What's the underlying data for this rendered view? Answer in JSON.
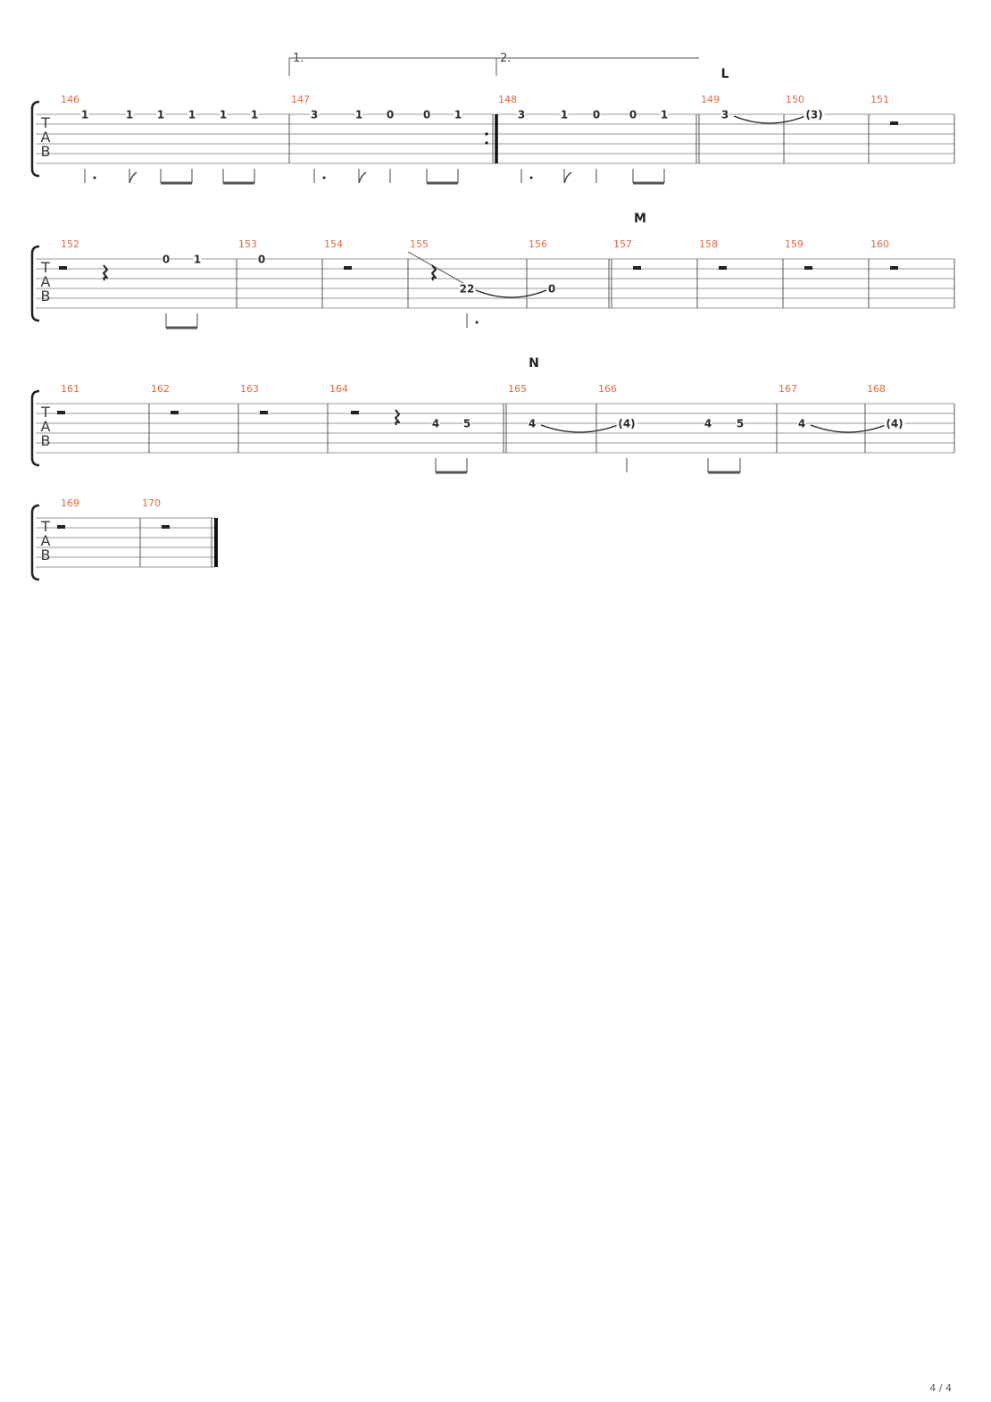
{
  "page": {
    "number": "4 / 4"
  },
  "tab_letters": [
    "T",
    "A",
    "B"
  ],
  "sections": [
    {
      "label": "L",
      "at_measure": 149
    },
    {
      "label": "M",
      "at_measure": 157
    },
    {
      "label": "N",
      "at_measure": 165
    }
  ],
  "voltas": [
    {
      "label": "1.",
      "measure": 147
    },
    {
      "label": "2.",
      "measure": 148
    }
  ],
  "systems": [
    {
      "measures": [
        {
          "number": "146",
          "notes": [
            {
              "string": 1,
              "fret": "1",
              "stem": "down",
              "dotted": true
            },
            {
              "string": 1,
              "fret": "1",
              "stem": "down",
              "flag": true
            },
            {
              "string": 1,
              "fret": "1",
              "stem": "down",
              "beam_group": 1
            },
            {
              "string": 1,
              "fret": "1",
              "stem": "down",
              "beam_group": 1
            },
            {
              "string": 1,
              "fret": "1",
              "stem": "down",
              "beam_group": 2
            },
            {
              "string": 1,
              "fret": "1",
              "stem": "down",
              "beam_group": 2
            }
          ]
        },
        {
          "number": "147",
          "notes": [
            {
              "string": 1,
              "fret": "3",
              "stem": "down",
              "dotted": true
            },
            {
              "string": 1,
              "fret": "1",
              "stem": "down",
              "flag": true
            },
            {
              "string": 1,
              "fret": "0",
              "stem": "down"
            },
            {
              "string": 1,
              "fret": "0",
              "stem": "down",
              "beam_group": 1
            },
            {
              "string": 1,
              "fret": "1",
              "stem": "down",
              "beam_group": 1
            }
          ],
          "end_bar": "repeat-end"
        },
        {
          "number": "148",
          "notes": [
            {
              "string": 1,
              "fret": "3",
              "stem": "down",
              "dotted": true
            },
            {
              "string": 1,
              "fret": "1",
              "stem": "down",
              "flag": true
            },
            {
              "string": 1,
              "fret": "0",
              "stem": "down"
            },
            {
              "string": 1,
              "fret": "0",
              "stem": "down",
              "beam_group": 1
            },
            {
              "string": 1,
              "fret": "1",
              "stem": "down",
              "beam_group": 1
            }
          ],
          "end_bar": "double"
        },
        {
          "number": "149",
          "notes": [
            {
              "string": 1,
              "fret": "3",
              "tie_to_next": true
            }
          ]
        },
        {
          "number": "150",
          "notes": [
            {
              "string": 1,
              "fret": "(3)"
            }
          ]
        },
        {
          "number": "151",
          "notes": [],
          "rest": "half"
        }
      ]
    },
    {
      "measures": [
        {
          "number": "152",
          "rest": "half",
          "notes": [
            {
              "string": 1,
              "fret": "0",
              "stem": "down",
              "beam_group": 1
            },
            {
              "string": 1,
              "fret": "1",
              "stem": "down",
              "beam_group": 1
            }
          ]
        },
        {
          "number": "153",
          "notes": [
            {
              "string": 1,
              "fret": "0"
            }
          ]
        },
        {
          "number": "154",
          "notes": [],
          "rest": "half"
        },
        {
          "number": "155",
          "notes": [
            {
              "string": 4,
              "fret": "22",
              "slide_in": true,
              "dotted": true,
              "tie_to_next": true
            }
          ]
        },
        {
          "number": "156",
          "notes": [
            {
              "string": 4,
              "fret": "0"
            }
          ],
          "end_bar": "double"
        },
        {
          "number": "157",
          "notes": [],
          "rest": "half"
        },
        {
          "number": "158",
          "notes": [],
          "rest": "half"
        },
        {
          "number": "159",
          "notes": [],
          "rest": "half"
        },
        {
          "number": "160",
          "notes": [],
          "rest": "half"
        }
      ]
    },
    {
      "measures": [
        {
          "number": "161",
          "notes": [],
          "rest": "half"
        },
        {
          "number": "162",
          "notes": [],
          "rest": "half"
        },
        {
          "number": "163",
          "notes": [],
          "rest": "half"
        },
        {
          "number": "164",
          "rest": "half",
          "notes": [
            {
              "string": 3,
              "fret": "4",
              "stem": "down",
              "beam_group": 1
            },
            {
              "string": 3,
              "fret": "5",
              "stem": "down",
              "beam_group": 1
            }
          ],
          "end_bar": "double"
        },
        {
          "number": "165",
          "notes": [
            {
              "string": 3,
              "fret": "4",
              "tie_to_next": true
            }
          ]
        },
        {
          "number": "166",
          "notes": [
            {
              "string": 3,
              "fret": "(4)",
              "stem": "down"
            },
            {
              "string": 3,
              "fret": "4",
              "stem": "down",
              "beam_group": 1
            },
            {
              "string": 3,
              "fret": "5",
              "stem": "down",
              "beam_group": 1
            }
          ]
        },
        {
          "number": "167",
          "notes": [
            {
              "string": 3,
              "fret": "4",
              "tie_to_next": true
            }
          ]
        },
        {
          "number": "168",
          "notes": [
            {
              "string": 3,
              "fret": "(4)"
            }
          ]
        }
      ]
    },
    {
      "measures": [
        {
          "number": "169",
          "notes": [],
          "rest": "half"
        },
        {
          "number": "170",
          "notes": [],
          "rest": "half",
          "end_bar": "final"
        }
      ]
    }
  ]
}
